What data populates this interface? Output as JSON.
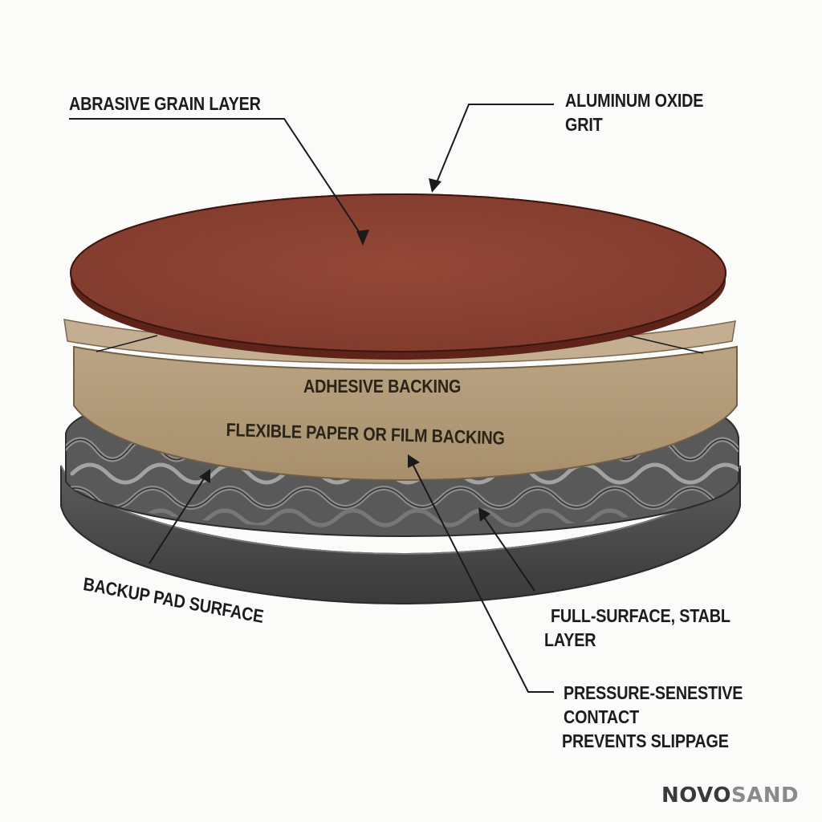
{
  "labels": {
    "abrasive_grain": "ABRASIVE GRAIN LAYER",
    "aluminum_oxide_line1": "ALUMINUM OXIDE",
    "aluminum_oxide_line2": "GRIT",
    "adhesive_backing": "ADHESIVE BACKING",
    "flexible_backing": "FLEXIBLE PAPER OR FILM BACKING",
    "backup_pad": "BACKUP PAD SURFACE",
    "full_surface_line1": "FULL-SURFACE, STABL",
    "full_surface_line2": "LAYER",
    "pressure_line1": "PRESSURE-SENESTIVE",
    "pressure_line2": "CONTACT",
    "pressure_line3": "PREVENTS SLIPPAGE"
  },
  "logo": {
    "part1": "NOVO",
    "part2": "SAND"
  },
  "colors": {
    "abrasive": "#8e3b2c",
    "backing_band": "#b39a78",
    "thin_backing": "#c2ad90",
    "foam_pad": "#5a5a5a",
    "base_ring": "#4a4a4a",
    "background": "#fbfbfa"
  }
}
